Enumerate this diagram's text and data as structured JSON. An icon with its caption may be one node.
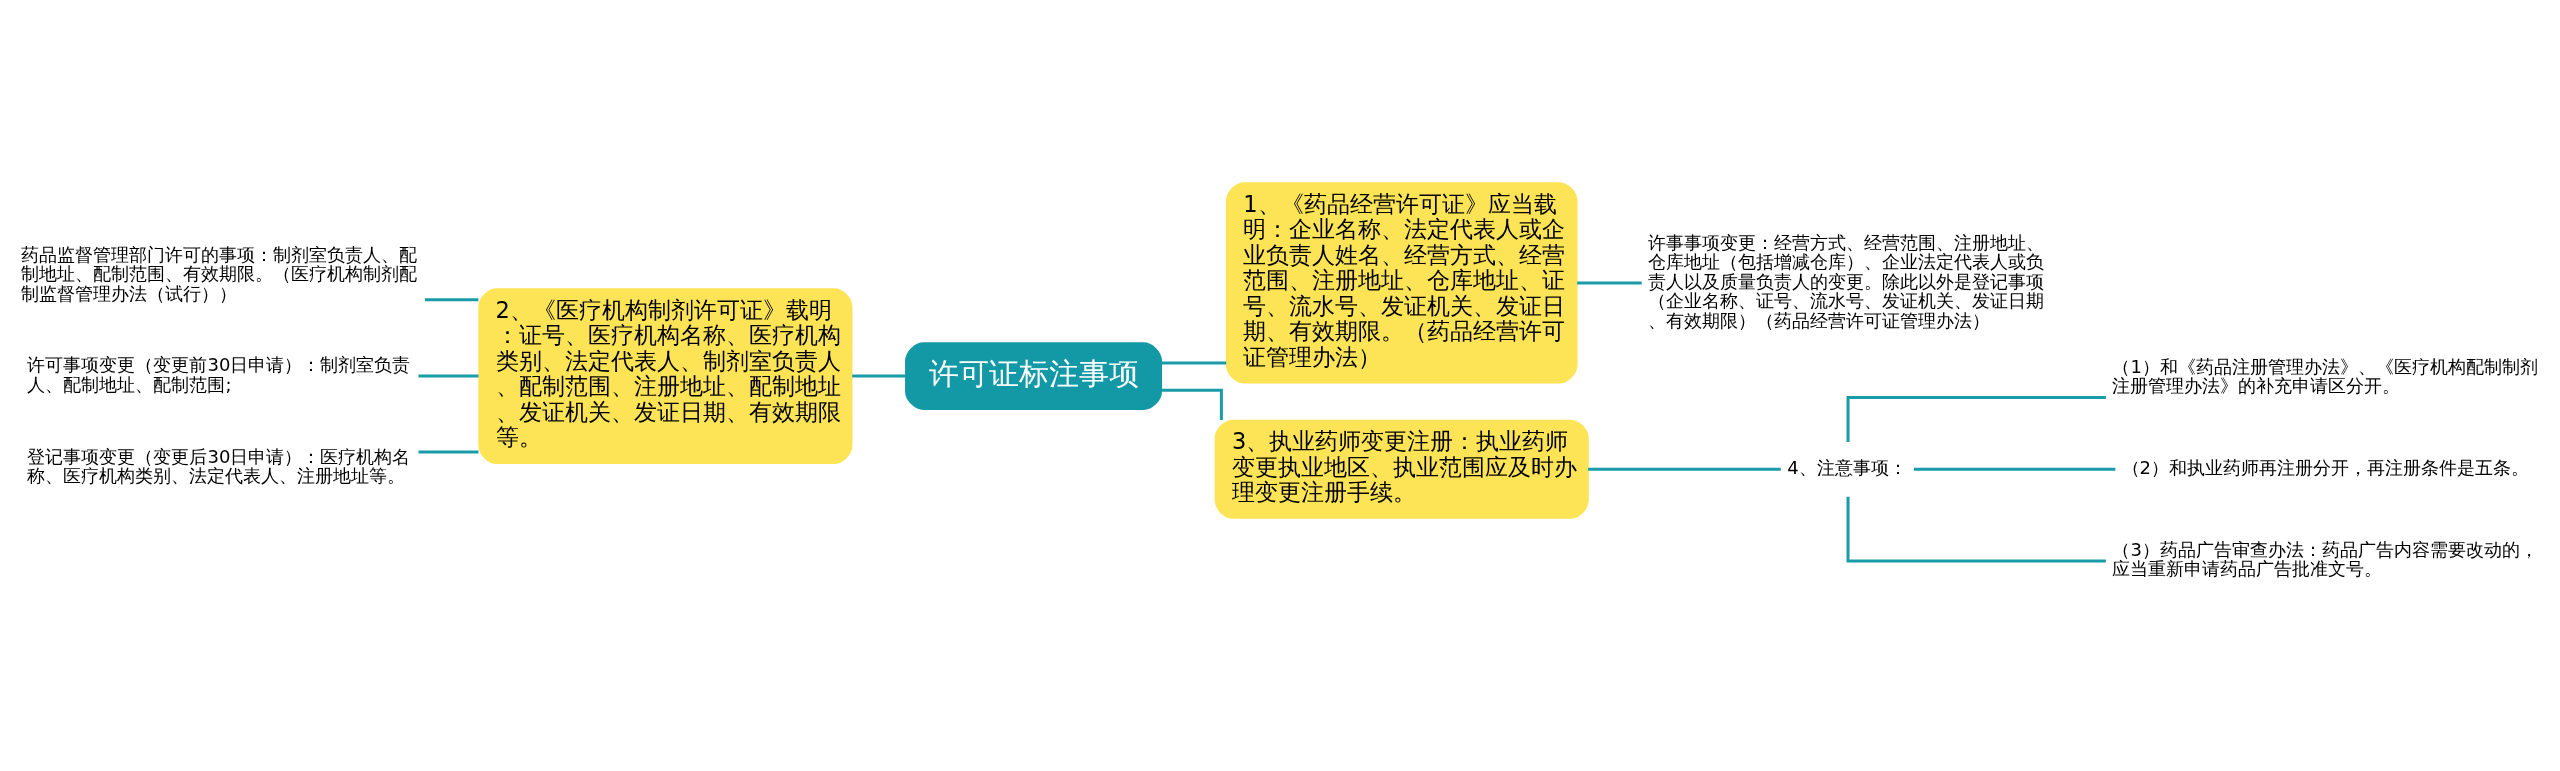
{
  "diagram": {
    "nodes": [
      {
        "text": [
          "许可证标注事项"
        ]
      },
      {
        "text": [
          "2、《医疗机构制剂许可证》载明：证号、医疗机构名称、医疗机构类别、法定代表人、制剂室负责人、配制范围、注册地址、配制地址、发证机关、发证日期、有效期限等。"
        ]
      },
      {
        "text": [
          "药品监督管理部门许可的事项：制剂室负责人、配制地址、配制范围、有效期限。（医疗机构制剂配制监督管理办法（试行））"
        ]
      },
      {
        "text": [
          "许可事项变更（变更前30日申请）：制剂室负责人、配制地址、配制范围;"
        ]
      },
      {
        "text": [
          "登记事项变更（变更后30日申请）：医疗机构名称、医疗机构类别、法定代表人、注册地址等。"
        ]
      },
      {
        "text": [
          "1、《药品经营许可证》应当载明：企业名称、法定代表人或企业负责人姓名、经营方式、经营范围、注册地址、仓库地址、证号、流水号、发证机关、发证日期、有效期限。（药品经营许可证管理办法）"
        ]
      },
      {
        "text": [
          "许事事项变更：经营方式、经营范围、注册地址、仓库地址（包括增减仓库）、企业法定代表人或负责人以及质量负责人的变更。除此以外是登记事项（企业名称、证号、流水号、发证机关、发证日期、有效期限）（药品经营许可证管理办法）"
        ]
      },
      {
        "text": [
          "3、执业药师变更注册：执业药师变更执业地区、执业范围应及时办理变更注册手续。"
        ]
      },
      {
        "text": [
          "4、注意事项："
        ]
      },
      {
        "text": [
          "（1）和《药品注册管理办法》、《医疗机构配制制剂注册管理办法》的补充申请区分开。"
        ]
      },
      {
        "text": [
          "（2）和执业药师再注册分开，再注册条件是五条。"
        ]
      },
      {
        "text": [
          "（3）药品广告审查办法：药品广告内容需要改动的，应当重新申请药品广告批准文号。"
        ]
      }
    ],
    "edges": [
      {
        "from": 0,
        "to": 1,
        "arrow": "none"
      },
      {
        "from": 1,
        "to": 2,
        "arrow": "none"
      },
      {
        "from": 1,
        "to": 3,
        "arrow": "none"
      },
      {
        "from": 1,
        "to": 4,
        "arrow": "none"
      },
      {
        "from": 0,
        "to": 5,
        "arrow": "none"
      },
      {
        "from": 5,
        "to": 6,
        "arrow": "none"
      },
      {
        "from": 0,
        "to": 7,
        "arrow": "none"
      },
      {
        "from": 7,
        "to": 8,
        "arrow": "none"
      },
      {
        "from": 8,
        "to": 9,
        "arrow": "none"
      },
      {
        "from": 8,
        "to": 10,
        "arrow": "none"
      },
      {
        "from": 8,
        "to": 11,
        "arrow": "none"
      }
    ]
  }
}
